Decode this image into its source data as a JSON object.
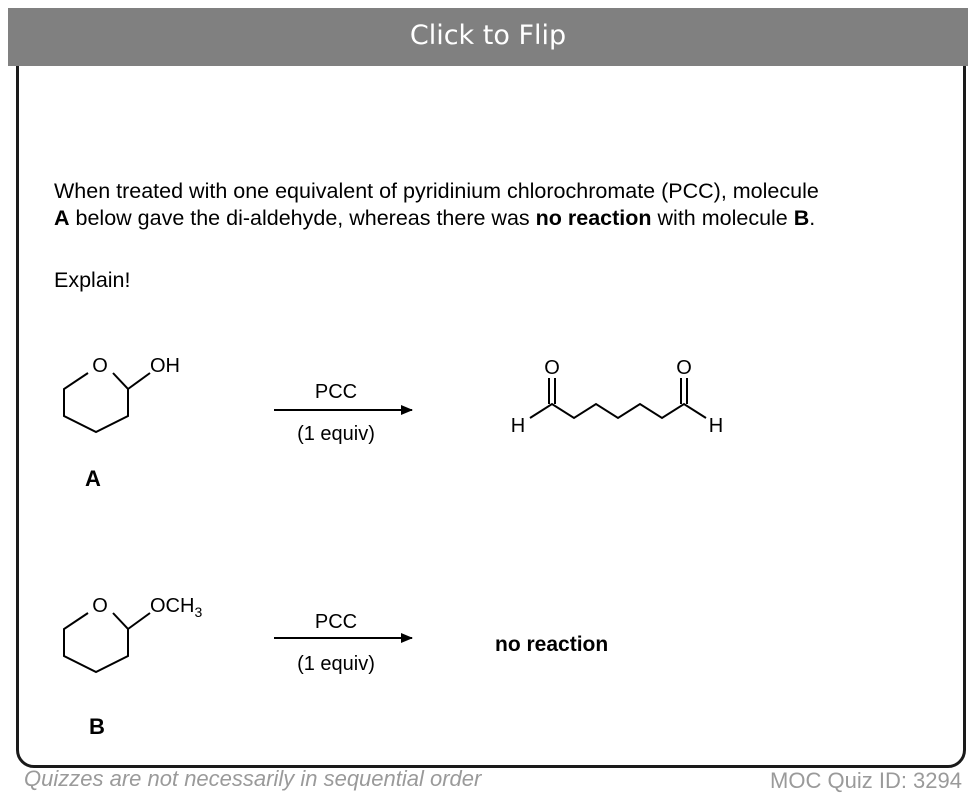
{
  "flip_button": {
    "label": "Click to Flip"
  },
  "question": {
    "line1": "When treated with one equivalent of pyridinium chlorochromate (PCC), molecule",
    "line2_label_a": "A",
    "line2_mid": " below gave the di-aldehyde, whereas there was ",
    "line2_bold": "no reaction",
    "line2_end": " with molecule ",
    "line2_label_b": "B",
    "line2_period": "."
  },
  "prompt": "Explain!",
  "reaction_a": {
    "ring_o": "O",
    "substituent": "OH",
    "reagent": "PCC",
    "conditions": "(1 equiv)",
    "product_o_left": "O",
    "product_o_right": "O",
    "product_h_left": "H",
    "product_h_right": "H",
    "label": "A"
  },
  "reaction_b": {
    "ring_o": "O",
    "substituent": "OCH",
    "substituent_sub": "3",
    "reagent": "PCC",
    "conditions": "(1 equiv)",
    "result": "no reaction",
    "label": "B"
  },
  "footer": {
    "note": "Quizzes are not necessarily in sequential order",
    "quiz_id": "MOC Quiz ID: 3294"
  }
}
